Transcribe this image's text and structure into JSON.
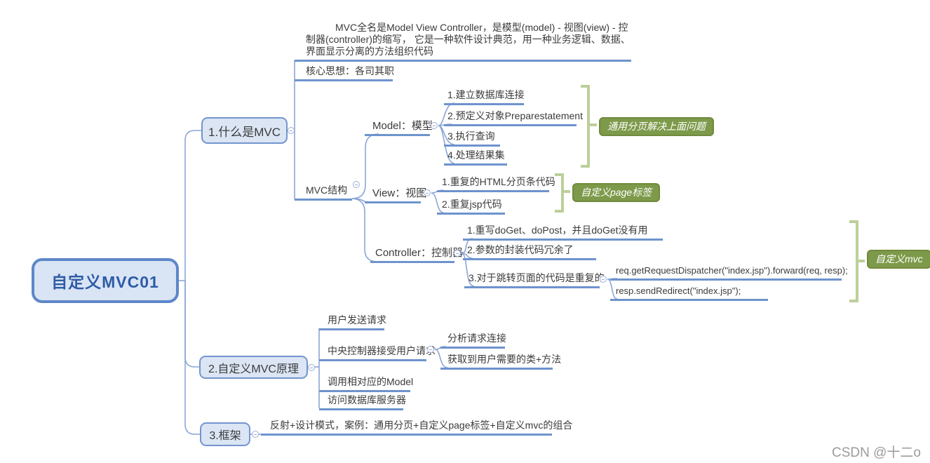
{
  "root": {
    "label": "自定义MVC01"
  },
  "branch1": {
    "label": "1.什么是MVC",
    "description": "MVC全名是Model View Controller，是模型(model) - 视图(view) - 控制器(controller)的缩写， 它是一种软件设计典范，用一种业务逻辑、数据、界面显示分离的方法组织代码",
    "core_idea": "核心思想：各司其职",
    "structure": {
      "label": "MVC结构",
      "model": {
        "label": "Model：模型",
        "items": [
          "1.建立数据库连接",
          "2.预定义对象Preparestatement",
          "3.执行查询",
          "4.处理结果集"
        ],
        "callout": "通用分页解决上面问题"
      },
      "view": {
        "label": "View：视图",
        "items": [
          "1.重复的HTML分页条代码",
          "2.重复jsp代码"
        ],
        "callout": "自定义page标签"
      },
      "controller": {
        "label": "Controller：控制器",
        "items": [
          "1.重写doGet、doPost，并且doGet没有用",
          "2.参数的封装代码冗余了",
          "3.对于跳转页面的代码是重复的"
        ],
        "code_items": [
          "req.getRequestDispatcher(\"index.jsp\").forward(req, resp);",
          "resp.sendRedirect(\"index.jsp\");"
        ],
        "callout": "自定义mvc"
      }
    }
  },
  "branch2": {
    "label": "2.自定义MVC原理",
    "items": [
      "用户发送请求",
      "中央控制器接受用户请求",
      "调用相对应的Model",
      "访问数据库服务器"
    ],
    "sub_items": [
      "分析请求连接",
      "获取到用户需要的类+方法"
    ]
  },
  "branch3": {
    "label": "3.框架",
    "item": "反射+设计模式，案例：通用分页+自定义page标签+自定义mvc的组合"
  },
  "watermark": {
    "text": "CSDN @十二o"
  },
  "colors": {
    "line_blue": "#6e93cd",
    "curve_blue": "#8ba6d7",
    "box_fill": "#dbe5f4",
    "box_border": "#7495ce",
    "root_text": "#2e5ba6",
    "callout_green": "#7d9a4a",
    "bracket_green": "#bccf9a"
  }
}
